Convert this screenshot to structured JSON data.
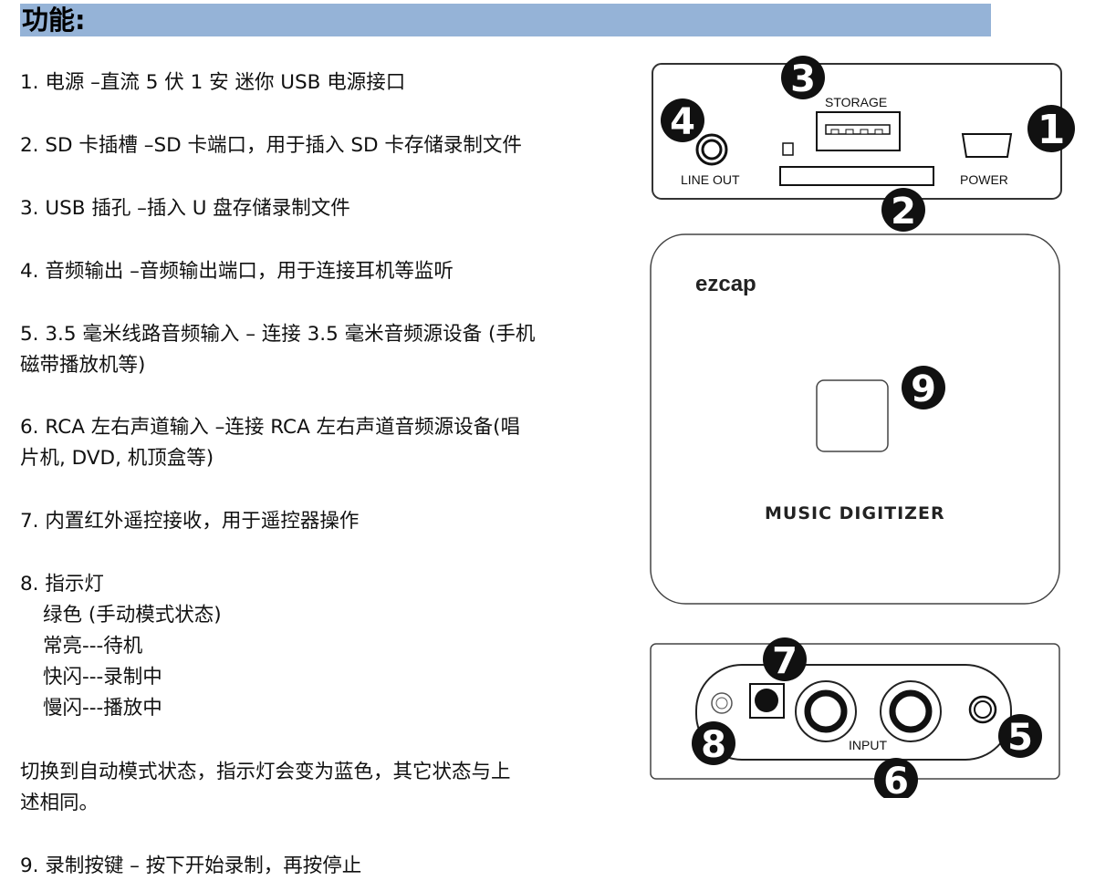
{
  "header": {
    "title": "功能:"
  },
  "items": [
    "1.  电源  –直流  5 伏 1 安  迷你 USB  电源接口",
    "2. SD 卡插槽  –SD 卡端口，用于插入 SD 卡存储录制文件",
    "3. USB 插孔  –插入 U 盘存储录制文件",
    "4.  音频输出  –音频输出端口，用于连接耳机等监听",
    "5. 3.5 毫米线路音频输入  –  连接 3.5 毫米音频源设备  (手机",
    "磁带播放机等)",
    "6. RCA  左右声道输入  –连接 RCA 左右声道音频源设备(唱",
    "片机, DVD,  机顶盒等)",
    "7.  内置红外遥控接收，用于遥控器操作",
    "8.  指示灯",
    "绿色  (手动模式状态)",
    "常亮---待机",
    "快闪---录制中",
    "慢闪---播放中",
    "  切换到自动模式状态，指示灯会变为蓝色，其它状态与上",
    "述相同。",
    "9.  录制按键  –  按下开始录制，再按停止"
  ],
  "diagram": {
    "top_panel": {
      "line_out": "LINE OUT",
      "storage": "STORAGE",
      "power": "POWER"
    },
    "front_panel": {
      "brand": "ezcap",
      "product": "MUSIC DIGITIZER"
    },
    "bottom_panel": {
      "input": "INPUT"
    },
    "badges": [
      "1",
      "2",
      "3",
      "4",
      "5",
      "6",
      "7",
      "8",
      "9"
    ]
  }
}
